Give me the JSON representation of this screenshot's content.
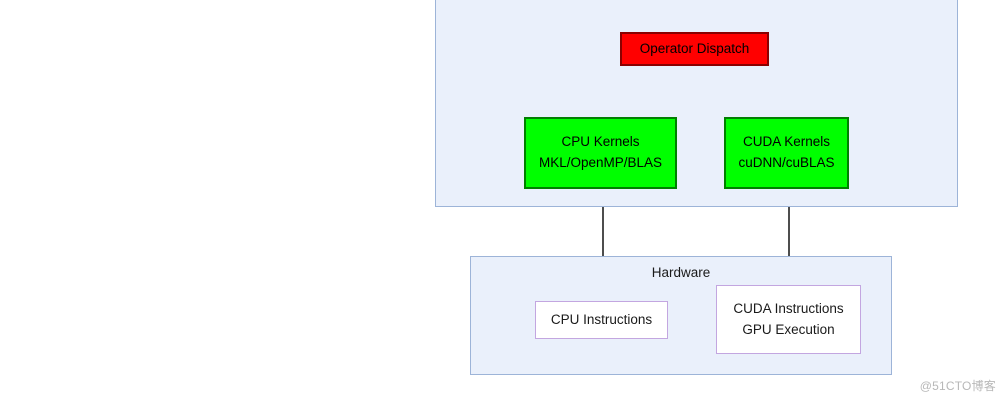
{
  "diagram": {
    "type": "flowchart",
    "panels": [
      {
        "id": "backend",
        "title": ""
      },
      {
        "id": "hardware",
        "title": "Hardware"
      }
    ],
    "nodes": [
      {
        "id": "dispatch",
        "lines": [
          "Operator Dispatch"
        ],
        "fill": "#ff0000",
        "stroke": "#8b0000"
      },
      {
        "id": "cpu_kernels",
        "lines": [
          "CPU Kernels",
          "MKL/OpenMP/BLAS"
        ],
        "fill": "#00ff00",
        "stroke": "#008000"
      },
      {
        "id": "cuda_kernels",
        "lines": [
          "CUDA Kernels",
          "cuDNN/cuBLAS"
        ],
        "fill": "#00ff00",
        "stroke": "#008000"
      },
      {
        "id": "cpu_instructions",
        "lines": [
          "CPU Instructions"
        ],
        "fill": "#ffffff",
        "stroke": "#c3a6e0"
      },
      {
        "id": "cuda_instructions",
        "lines": [
          "CUDA Instructions",
          "GPU Execution"
        ],
        "fill": "#ffffff",
        "stroke": "#c3a6e0"
      }
    ],
    "edges": [
      {
        "from": "top",
        "to": "dispatch"
      },
      {
        "from": "dispatch",
        "to": "cpu_kernels"
      },
      {
        "from": "dispatch",
        "to": "cuda_kernels"
      },
      {
        "from": "cpu_kernels",
        "to": "cpu_instructions"
      },
      {
        "from": "cuda_kernels",
        "to": "cuda_instructions"
      }
    ],
    "arrow_color": "#4d4d4d"
  },
  "watermark": "@51CTO博客"
}
